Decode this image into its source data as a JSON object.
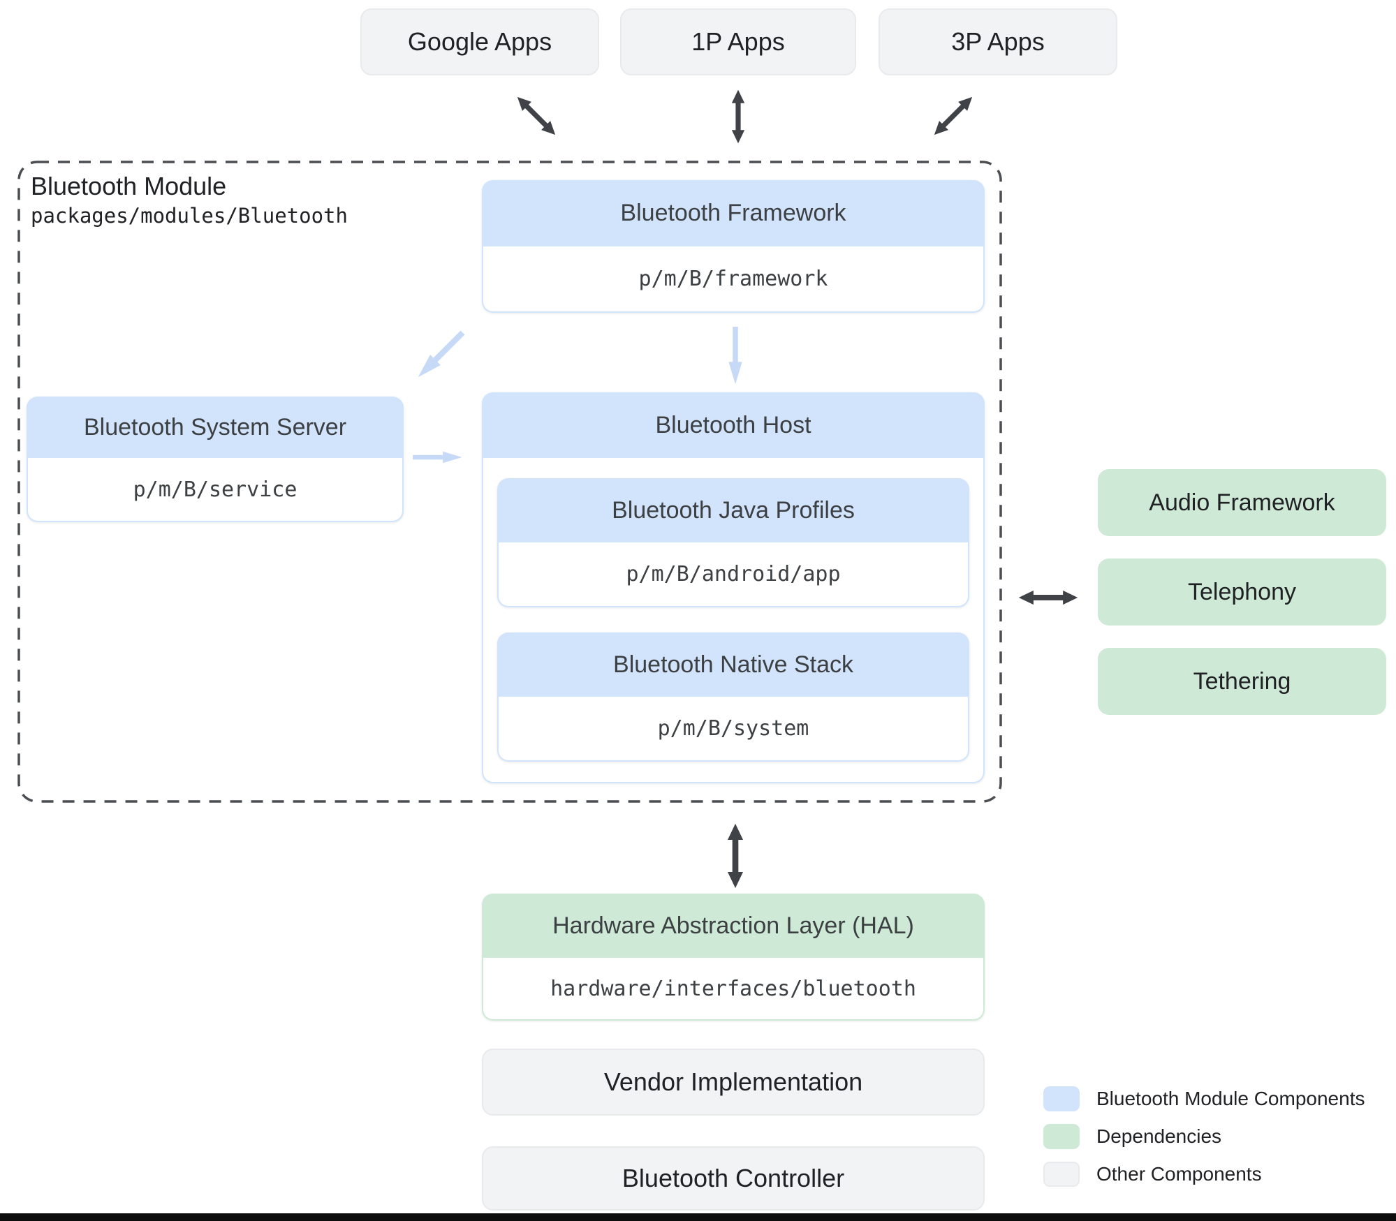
{
  "top_apps": {
    "google": "Google Apps",
    "first_party": "1P Apps",
    "third_party": "3P Apps"
  },
  "module": {
    "title": "Bluetooth Module",
    "path": "packages/modules/Bluetooth",
    "framework": {
      "title": "Bluetooth Framework",
      "path": "p/m/B/framework"
    },
    "system_server": {
      "title": "Bluetooth System Server",
      "path": "p/m/B/service"
    },
    "host": {
      "title": "Bluetooth Host",
      "java_profiles": {
        "title": "Bluetooth Java Profiles",
        "path": "p/m/B/android/app"
      },
      "native_stack": {
        "title": "Bluetooth Native Stack",
        "path": "p/m/B/system"
      }
    }
  },
  "dependencies": {
    "audio_framework": "Audio Framework",
    "telephony": "Telephony",
    "tethering": "Tethering"
  },
  "hal": {
    "title": "Hardware Abstraction Layer (HAL)",
    "path": "hardware/interfaces/bluetooth"
  },
  "other_components": {
    "vendor": "Vendor Implementation",
    "controller": "Bluetooth Controller"
  },
  "legend": {
    "items": [
      {
        "label": "Bluetooth Module Components",
        "color": "#d2e3fc"
      },
      {
        "label": "Dependencies",
        "color": "#ceead6"
      },
      {
        "label": "Other Components",
        "color": "#f1f3f4"
      }
    ]
  },
  "colors": {
    "module_component": "#d2e3fc",
    "dependency": "#ceead6",
    "other_component": "#f1f3f4",
    "dark_arrow": "#3f4348",
    "light_arrow": "#c6d9f7",
    "dashed_border": "#4a4d51"
  }
}
